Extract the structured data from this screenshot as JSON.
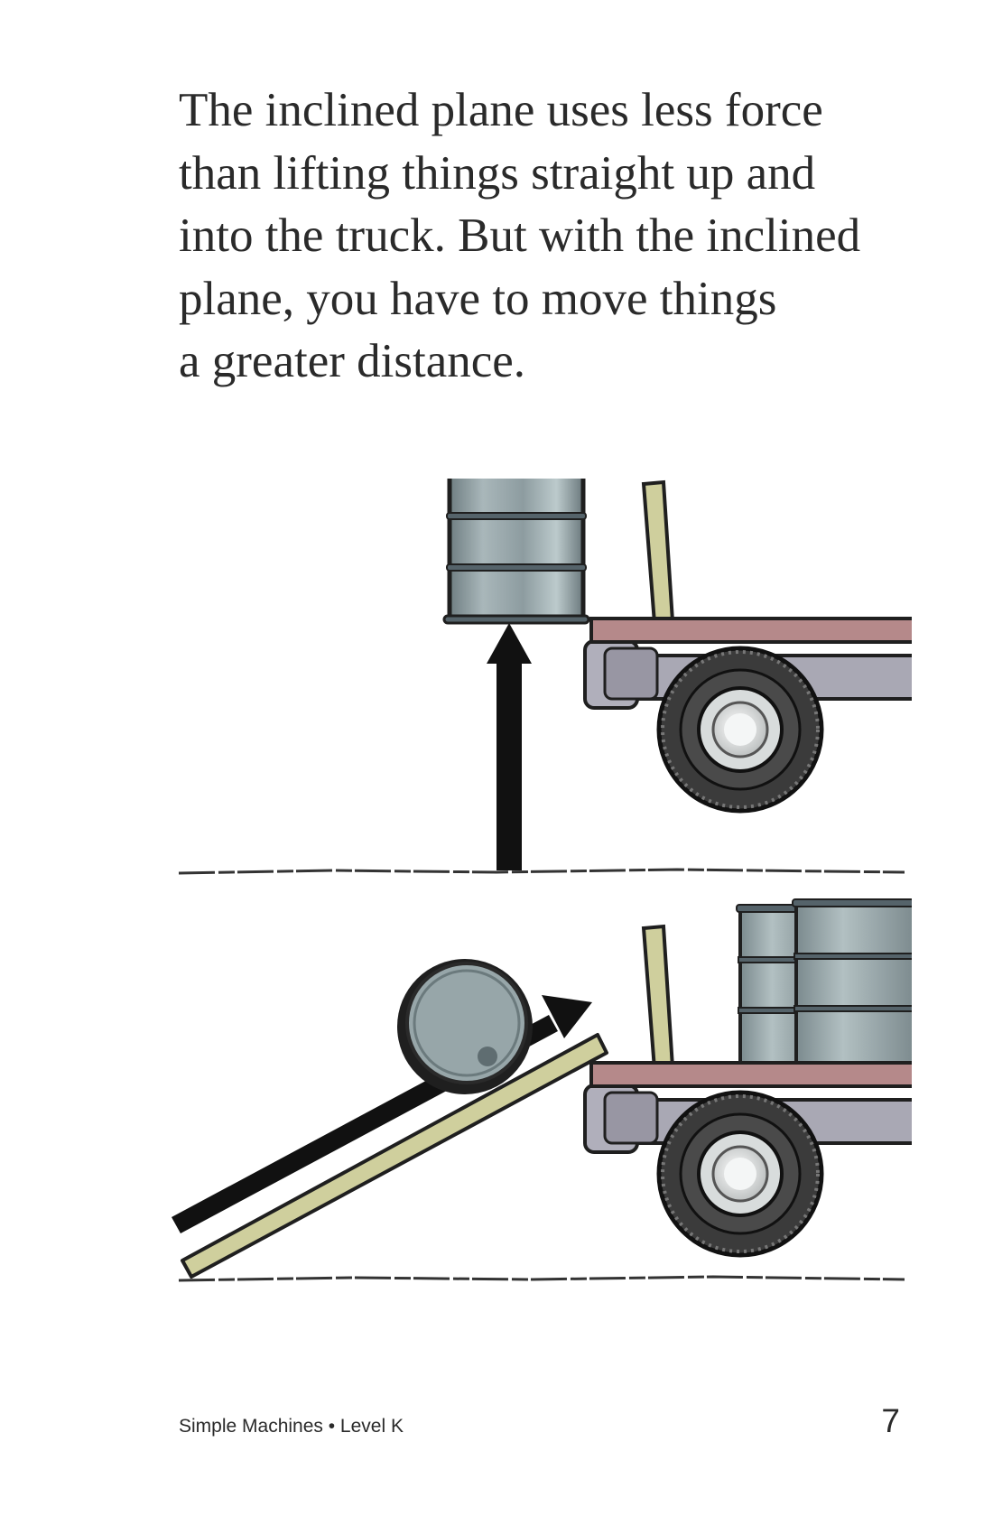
{
  "body": {
    "lines": [
      "The inclined plane uses less force",
      "than lifting things straight up and",
      "into the truck. But with the inclined",
      "plane, you have to move things",
      "a greater distance."
    ]
  },
  "footer": {
    "title": "Simple Machines • Level K",
    "page_number": "7"
  },
  "illustration": {
    "colors": {
      "drum": "#8f9ea2",
      "drum_dark": "#5f6d71",
      "truck_bed": "#b5898a",
      "truck_body": "#a9a8b4",
      "tire": "#3b3b3b",
      "hub": "#e8ecec",
      "ramp": "#cfcf9d",
      "post": "#cfcf9d",
      "arrow": "#111111",
      "ground": "#333333"
    }
  }
}
